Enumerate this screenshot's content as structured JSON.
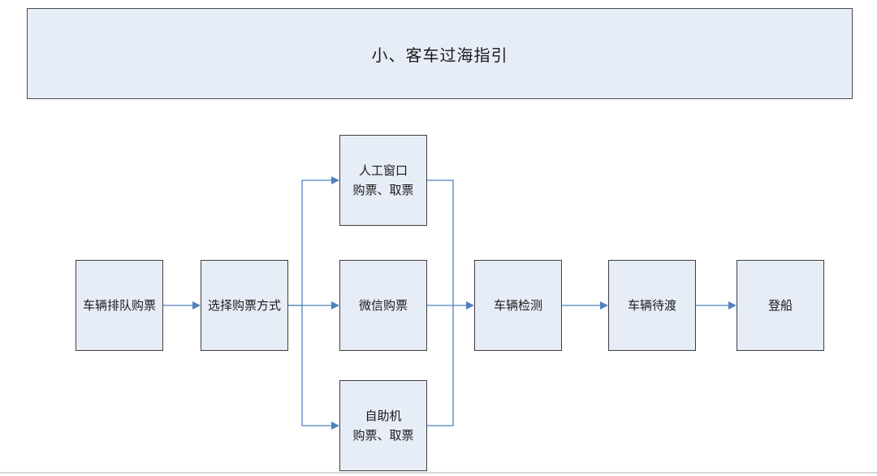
{
  "title": "小、客车过海指引",
  "nodes": {
    "queue": {
      "lines": [
        "车辆排队购票"
      ]
    },
    "select": {
      "lines": [
        "选择购票方式"
      ]
    },
    "window": {
      "lines": [
        "人工窗口",
        "购票、取票"
      ]
    },
    "wechat": {
      "lines": [
        "微信购票"
      ]
    },
    "self": {
      "lines": [
        "自助机",
        "购票、取票"
      ]
    },
    "inspect": {
      "lines": [
        "车辆检测"
      ]
    },
    "wait": {
      "lines": [
        "车辆待渡"
      ]
    },
    "board": {
      "lines": [
        "登船"
      ]
    }
  },
  "colors": {
    "box_fill": "#e7edf7",
    "box_border": "#3f3f3f",
    "connector": "#4f81bd"
  }
}
